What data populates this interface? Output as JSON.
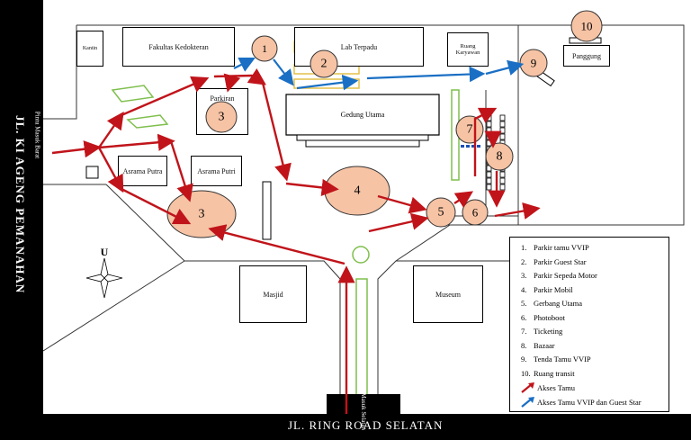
{
  "roads": {
    "left": "JL. KI AGENG PEMANAHAN",
    "bottom": "JL. RING ROAD SELATAN"
  },
  "gates": {
    "left": "Pintu Masuk Barat",
    "bottom": "Pintu Masuk Selatan"
  },
  "buildings": {
    "kantin": "Kantin",
    "fakultas": "Fakultas Kedokteran",
    "lab": "Lab Terpadu",
    "ruang_karyawan": "Ruang Karyawan",
    "panggung": "Panggung",
    "parkiran": "Parkiran",
    "gedung_utama": "Gedung Utama",
    "asrama_putra": "Asrama Putra",
    "asrama_putri": "Asrama Putri",
    "masjid": "Masjid",
    "museum": "Museum"
  },
  "markers": {
    "m1": "1",
    "m2": "2",
    "m3a": "3",
    "m3b": "3",
    "m4": "4",
    "m5": "5",
    "m6": "6",
    "m7": "7",
    "m8": "8",
    "m9": "9",
    "m10": "10"
  },
  "compass": "U",
  "colors": {
    "guest_arrow": "#c0141a",
    "vvip_arrow": "#1a6fc4",
    "marker_fill": "#f6c3a5",
    "green_outline": "#7fbf4d",
    "yellow_outline": "#e2c04a"
  },
  "legend": {
    "items": [
      {
        "num": "1.",
        "label": "Parkir tamu VVIP"
      },
      {
        "num": "2.",
        "label": "Parkir Guest Star"
      },
      {
        "num": "3.",
        "label": "Parkir Sepeda Motor"
      },
      {
        "num": "4.",
        "label": "Parkir Mobil"
      },
      {
        "num": "5.",
        "label": "Gerbang Utama"
      },
      {
        "num": "6.",
        "label": "Photoboot"
      },
      {
        "num": "7.",
        "label": "Ticketing"
      },
      {
        "num": "8.",
        "label": "Bazaar"
      },
      {
        "num": "9.",
        "label": "Tenda Tamu VVIP"
      },
      {
        "num": "10.",
        "label": "Ruang transit"
      }
    ],
    "guest": "Akses Tamu",
    "vvip": "Akses Tamu VVIP dan Guest Star"
  }
}
